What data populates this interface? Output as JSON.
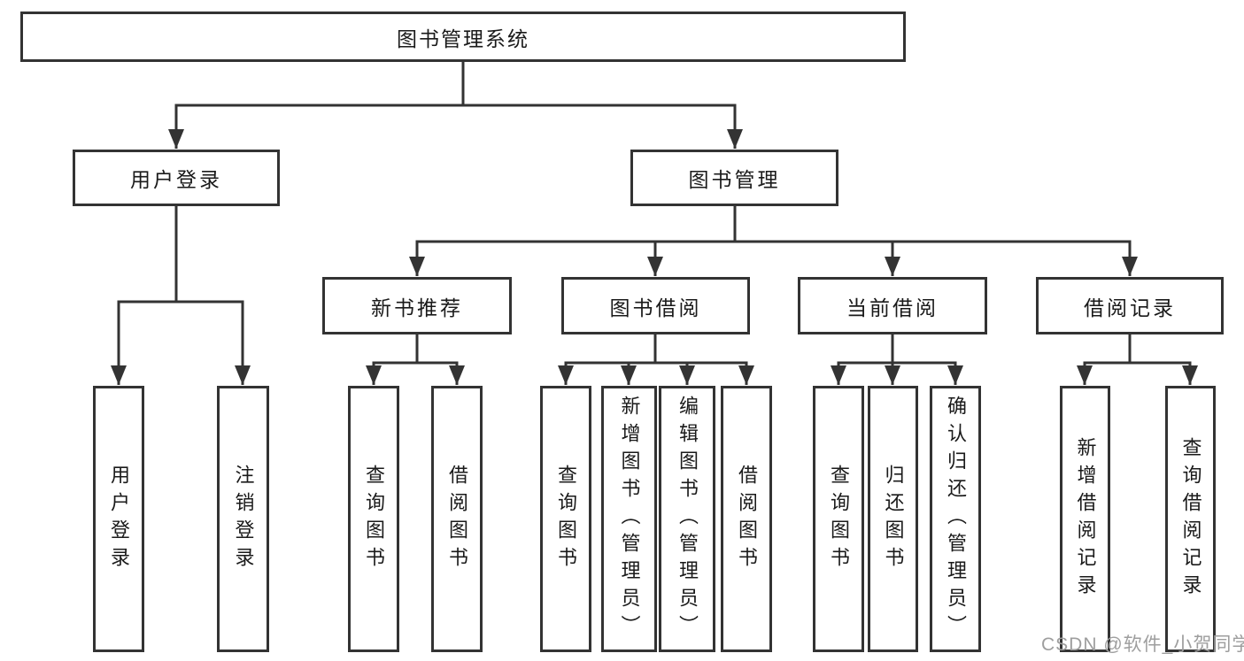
{
  "diagram": {
    "title_node": {
      "label": "图书管理系统"
    },
    "user_login_branch": {
      "label": "用户登录",
      "children": [
        {
          "label": "用户登录"
        },
        {
          "label": "注销登录"
        }
      ]
    },
    "book_mgmt_branch": {
      "label": "图书管理",
      "children": [
        {
          "label": "新书推荐",
          "children": [
            {
              "label": "查询图书"
            },
            {
              "label": "借阅图书"
            }
          ]
        },
        {
          "label": "图书借阅",
          "children": [
            {
              "label": "查询图书"
            },
            {
              "label": "新增图书（管理员）"
            },
            {
              "label": "编辑图书（管理员）"
            },
            {
              "label": "借阅图书"
            }
          ]
        },
        {
          "label": "当前借阅",
          "children": [
            {
              "label": "查询图书"
            },
            {
              "label": "归还图书"
            },
            {
              "label": "确认归还（管理员）"
            }
          ]
        },
        {
          "label": "借阅记录",
          "children": [
            {
              "label": "新增借阅记录"
            },
            {
              "label": "查询借阅记录"
            }
          ]
        }
      ]
    },
    "colors": {
      "line": "#333333",
      "text": "#1a1a1a",
      "background": "#ffffff",
      "watermark": "#9e9e9e"
    }
  },
  "watermark": {
    "text": "CSDN @软件_小贺同学"
  }
}
